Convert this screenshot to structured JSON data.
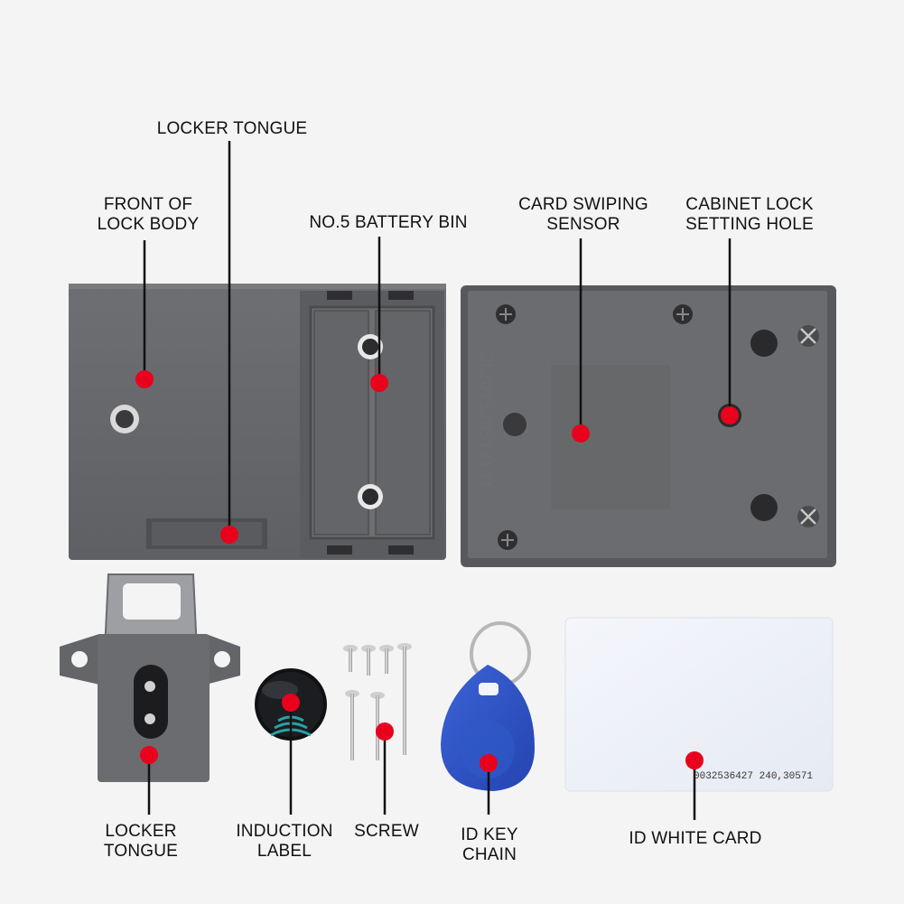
{
  "labels": {
    "locker_tongue_top": "LOCKER TONGUE",
    "front_line1": "FRONT OF",
    "front_line2": "LOCK BODY",
    "battery_bin": "NO.5 BATTERY BIN",
    "card_sensor_line1": "CARD SWIPING",
    "card_sensor_line2": "SENSOR",
    "cabinet_hole_line1": "CABINET LOCK",
    "cabinet_hole_line2": "SETTING HOLE",
    "locker_tongue_bottom_line1": "LOCKER",
    "locker_tongue_bottom_line2": "TONGUE",
    "induction_line1": "INDUCTION",
    "induction_line2": "LABEL",
    "screw": "SCREW",
    "id_key_line1": "ID KEY",
    "id_key_line2": "CHAIN",
    "id_white_card": "ID WHITE CARD"
  },
  "printed": {
    "card_number": "0032536427  240,30571",
    "molded_code": "ZL201320518131"
  },
  "colors": {
    "background": "#f4f4f4",
    "lock_body": "#6a6b6e",
    "marker_dot": "#e8001c",
    "leader_line": "#111111",
    "fob": "#2f55c9",
    "card": "#eef1f8"
  }
}
